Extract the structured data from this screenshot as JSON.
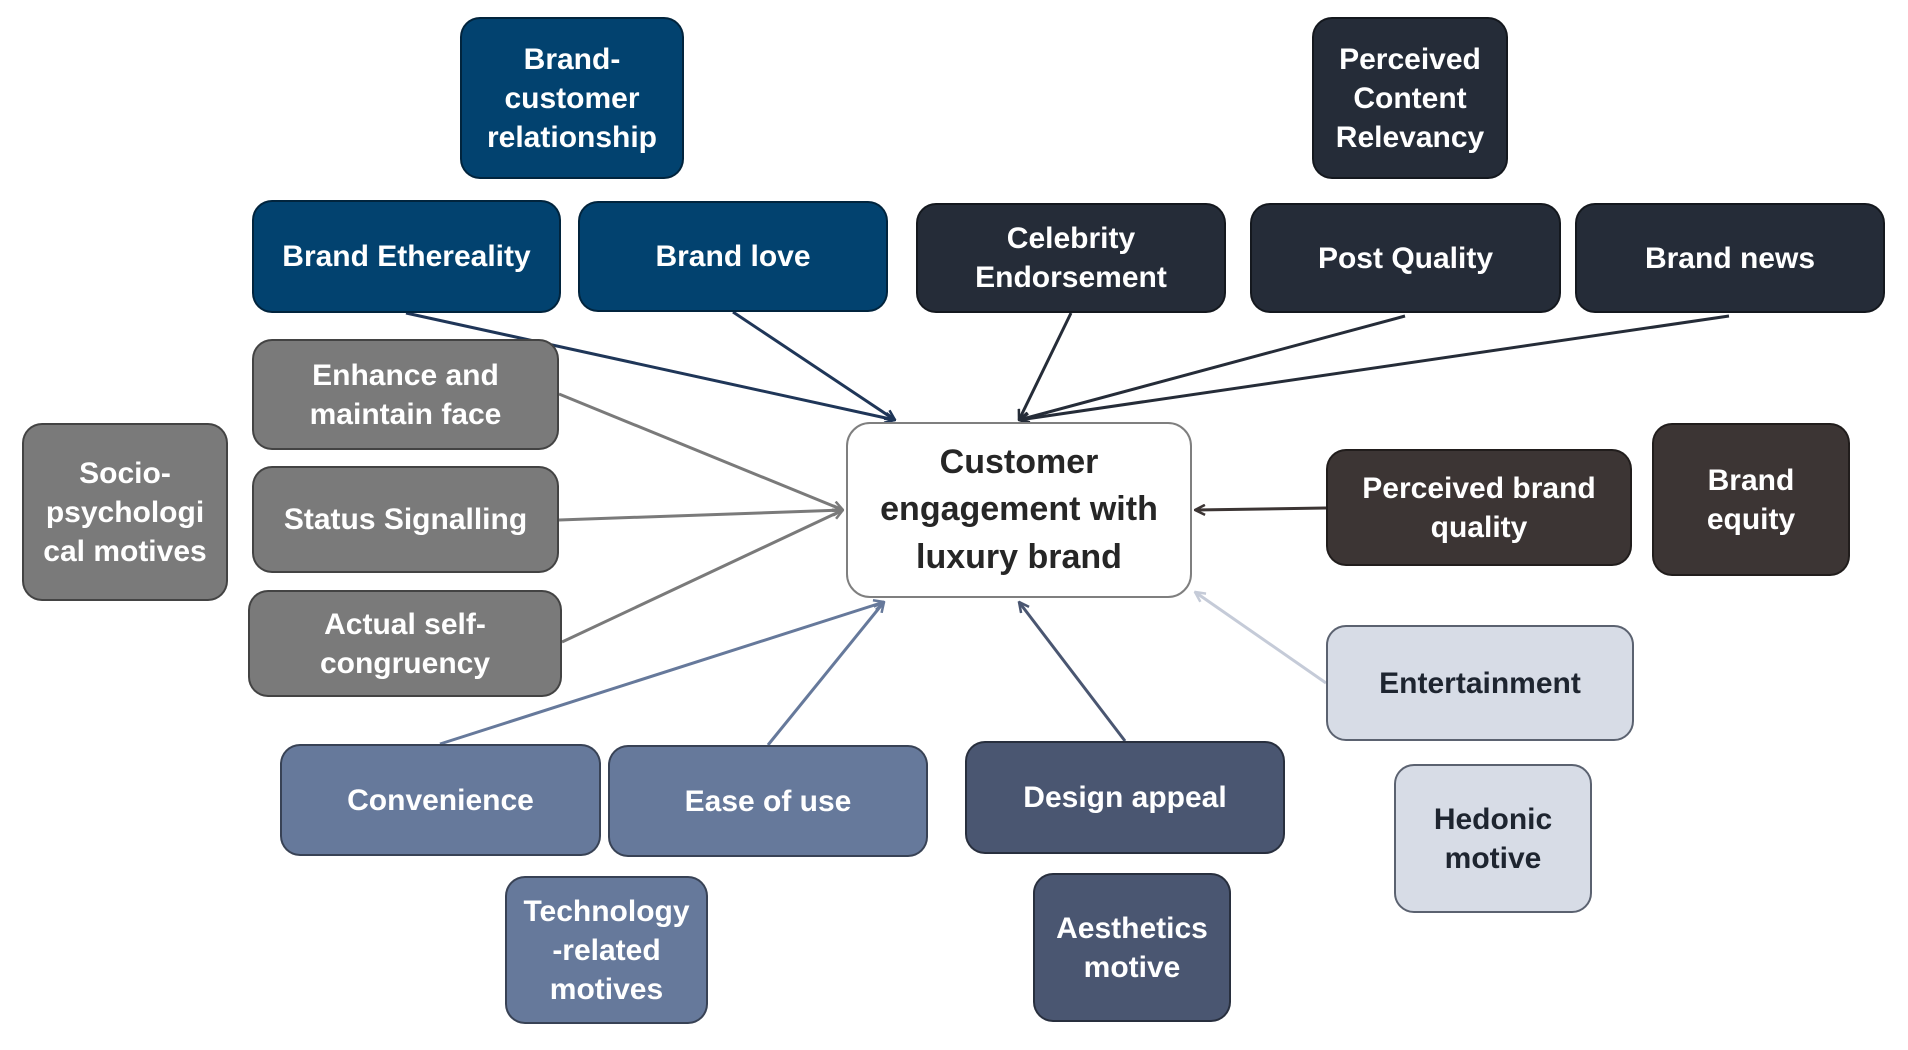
{
  "center": {
    "label": "Customer\nengagement with\nluxury brand"
  },
  "groups": {
    "brand_customer_relationship": "Brand-\ncustomer\nrelationship",
    "perceived_content_relevancy": "Perceived\nContent\nRelevancy",
    "socio_psychological_motives": "Socio-\npsychologi\ncal motives",
    "brand_equity": "Brand\nequity",
    "hedonic_motive": "Hedonic\nmotive",
    "technology_related_motives": "Technology\n-related\nmotives",
    "aesthetics_motive": "Aesthetics\nmotive"
  },
  "factors": {
    "brand_ethereality": "Brand Ethereality",
    "brand_love": "Brand love",
    "celebrity_endorsement": "Celebrity\nEndorsement",
    "post_quality": "Post Quality",
    "brand_news": "Brand news",
    "enhance_face": "Enhance and\nmaintain face",
    "status_signalling": "Status Signalling",
    "actual_self_congruency": "Actual self-\ncongruency",
    "perceived_brand_quality": "Perceived brand\nquality",
    "entertainment": "Entertainment",
    "convenience": "Convenience",
    "ease_of_use": "Ease of use",
    "design_appeal": "Design appeal"
  },
  "colors": {
    "blue": "#02426f",
    "dark": "#252c38",
    "gray": "#7a7a7a",
    "steel": "#66799b",
    "slate": "#4a5671",
    "brown": "#3c3534",
    "pale": "#d7dce6"
  }
}
